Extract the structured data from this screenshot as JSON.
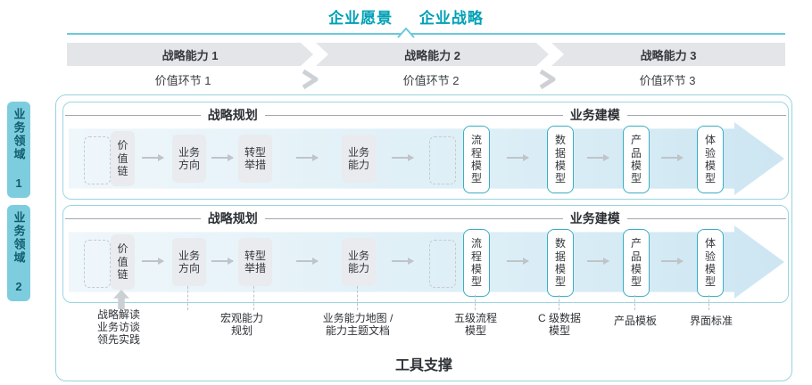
{
  "header": {
    "vision": "企业愿景",
    "strategy": "企业战略"
  },
  "capability_bars": [
    {
      "label": "战略能力 1"
    },
    {
      "label": "战略能力 2"
    },
    {
      "label": "战略能力 3"
    }
  ],
  "value_links": [
    {
      "label": "价值环节 1"
    },
    {
      "label": "价值环节 2"
    },
    {
      "label": "价值环节 3"
    }
  ],
  "domains": [
    {
      "label": "业务领域 1"
    },
    {
      "label": "业务领域 2"
    }
  ],
  "panel": {
    "planning_header": "战略规划",
    "modeling_header": "业务建模",
    "boxes": {
      "value_chain": "价值链",
      "business_direction": "业务方向",
      "transformation_initiatives": "转型举措",
      "business_capability": "业务能力",
      "process_model": "流程模型",
      "data_model": "数据模型",
      "product_model": "产品模型",
      "experience_model": "体验模型"
    }
  },
  "callouts": {
    "strategy_inputs": [
      "战略解读",
      "业务访谈",
      "领先实践"
    ],
    "macro_capability": [
      "宏观能力",
      "规划"
    ],
    "capability_map": [
      "业务能力地图 /",
      "能力主题文档"
    ],
    "process": [
      "五级流程",
      "模型"
    ],
    "data": [
      "C 级数据",
      "模型"
    ],
    "product": [
      "产品模板"
    ],
    "interface": [
      "界面标准"
    ]
  },
  "footer": {
    "label": "工具支撑"
  },
  "colors": {
    "accent_teal": "#00A0B6",
    "title_line": "#6CC9DA",
    "capability_bar_bg": "#E3E5E8",
    "domain_bg": "#7ECDDF",
    "domain_text": "#0F5D6E",
    "panel_border": "#9AD5E1",
    "outer_border": "#97D3DF",
    "teal_box_border": "#3AAEC3",
    "gray_box_bg": "#E9EBEE",
    "big_arrow_fill": "#DCEEF6",
    "connector_gray": "#BFC4C9"
  }
}
